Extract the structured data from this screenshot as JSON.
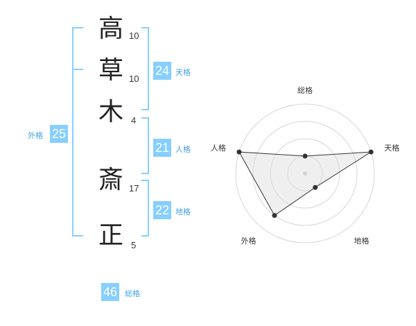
{
  "colors": {
    "accent": "#86cfff",
    "label": "#3ea2e0",
    "grid": "#d6d6d6",
    "fill": "#f0f0f0"
  },
  "characters": [
    {
      "char": "高",
      "strokes": "10"
    },
    {
      "char": "草",
      "strokes": "10"
    },
    {
      "char": "木",
      "strokes": "4"
    },
    {
      "char": "斎",
      "strokes": "17"
    },
    {
      "char": "正",
      "strokes": "5"
    }
  ],
  "fortune": {
    "tenkaku": {
      "value": "24",
      "label": "天格"
    },
    "jinkaku": {
      "value": "21",
      "label": "人格"
    },
    "chikaku": {
      "value": "22",
      "label": "地格"
    },
    "gaikaku": {
      "value": "25",
      "label": "外格"
    },
    "soukaku": {
      "value": "46",
      "label": "総格"
    }
  },
  "chart_data": {
    "type": "radar",
    "axes": [
      "総格",
      "天格",
      "地格",
      "外格",
      "人格"
    ],
    "values": [
      1,
      4,
      1,
      3,
      4
    ],
    "max": 4,
    "rings": 4
  }
}
